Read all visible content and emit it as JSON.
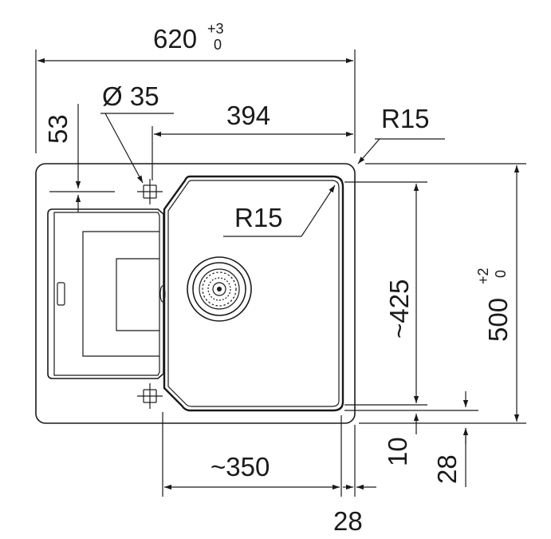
{
  "drawing": {
    "dims": {
      "overall_width": {
        "value": "620",
        "tol_upper": "+3",
        "tol_lower": "0"
      },
      "overall_depth": {
        "value": "500",
        "tol_upper": "+2",
        "tol_lower": "0"
      },
      "tap_hole_diameter": "Ø 35",
      "tap_hole_offset": "53",
      "bowl_width": "394",
      "corner_radius_outer": "R15",
      "corner_radius_bowl": "R15",
      "bowl_depth": "~425",
      "drainer_width": "~350",
      "right_margin": "28",
      "bottom_margin_a": "10",
      "bottom_margin_b": "28"
    }
  }
}
